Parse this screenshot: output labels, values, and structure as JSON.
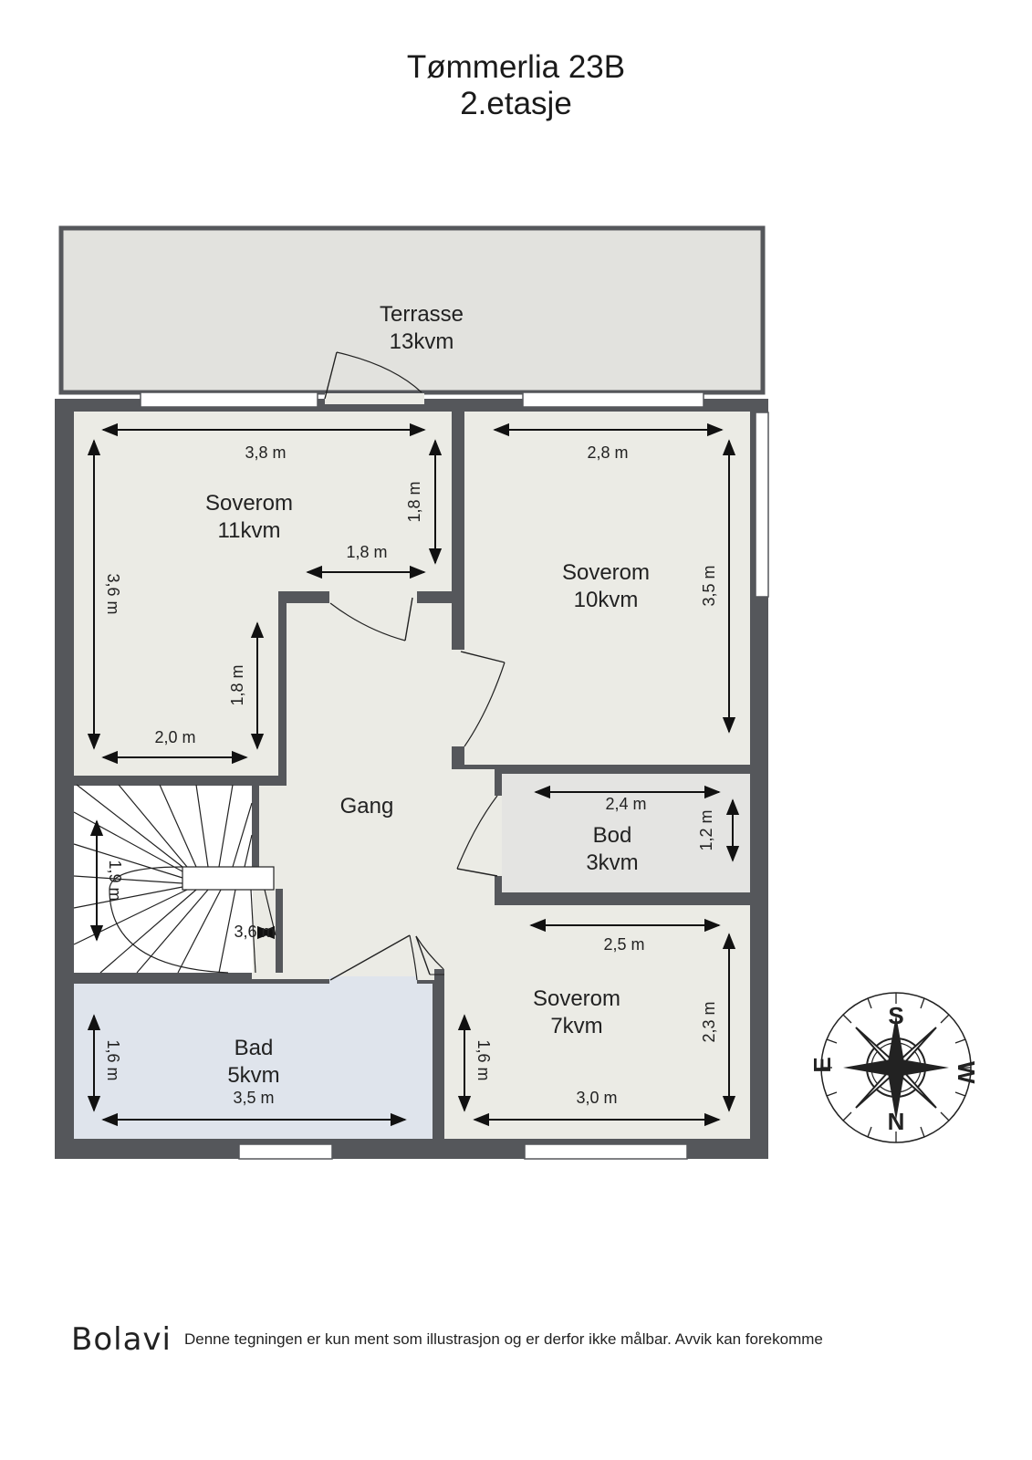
{
  "header": {
    "title": "Tømmerlia 23B",
    "subtitle": "2.etasje"
  },
  "rooms": {
    "terrasse": {
      "name": "Terrasse",
      "area": "13kvm"
    },
    "soverom11": {
      "name": "Soverom",
      "area": "11kvm"
    },
    "soverom10": {
      "name": "Soverom",
      "area": "10kvm"
    },
    "gang": {
      "name": "Gang"
    },
    "bod": {
      "name": "Bod",
      "area": "3kvm"
    },
    "soverom7": {
      "name": "Soverom",
      "area": "7kvm"
    },
    "bad": {
      "name": "Bad",
      "area": "5kvm"
    }
  },
  "dimensions": {
    "s11_width": "3,8 m",
    "s11_height": "3,6 m",
    "s11_notch_h": "1,8 m",
    "s11_notch_w": "1,8 m",
    "s11_lower_h": "1,8 m",
    "s11_lower_w": "2,0 m",
    "s10_width": "2,8 m",
    "s10_height": "3,5 m",
    "bod_width": "2,4 m",
    "bod_height": "1,2 m",
    "s7_width": "2,5 m",
    "s7_height": "2,3 m",
    "s7_left_h": "1,6 m",
    "s7_bottom_w": "3,0 m",
    "bad_height": "1,6 m",
    "bad_width": "3,5 m",
    "stair_h": "1,9 m",
    "stair_w": "3,6 m"
  },
  "compass": {
    "north": "N",
    "south": "S",
    "east": "E",
    "west": "W"
  },
  "footer": {
    "logo": "Bolavi",
    "disclaimer": "Denne tegningen er kun ment som illustrasjon og er derfor ikke målbar. Avvik kan forekomme"
  },
  "colors": {
    "wall": "#55575b",
    "floor": "#ebebe5",
    "terrace": "#e2e2de",
    "bath": "#dfe4ec",
    "storage": "#e4e4e2"
  }
}
